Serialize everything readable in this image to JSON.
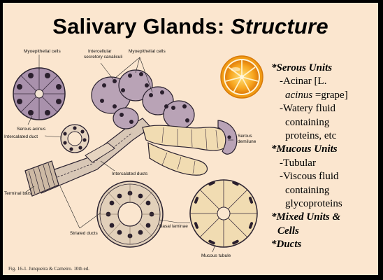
{
  "slide": {
    "title_plain": "Salivary Glands: ",
    "title_italic": "Structure",
    "caption": "Fig. 16-1. Junqueira & Carneiro. 10th ed.",
    "labels": {
      "myoepithelial_left": "Myoepithelial cells",
      "intercellular_line1": "Intercellular",
      "intercellular_line2": "secretory canaliculi",
      "myoepithelial_right": "Myoepithelial cells",
      "serous_acinus": "Serous acinus",
      "intercalated_duct": "Intercalated duct",
      "serous_line1": "Serous",
      "serous_line2": "demilune",
      "intercalated_ducts": "Intercalated ducts",
      "terminal_bars": "Terminal bars",
      "striated_ducts": "Striated ducts",
      "basal_laminae": "Basal laminae",
      "mucous_tubule": "Mucous tubule"
    },
    "notes": {
      "serous_heading": "*Serous Units",
      "acinar_prefix": "-Acinar [L.",
      "acinus_word": "acinus",
      "acinus_suffix": " =grape]",
      "watery_1": "-Watery fluid",
      "watery_2": "containing",
      "watery_3": "proteins, etc",
      "mucous_heading": "*Mucous Units",
      "tubular": "-Tubular",
      "viscous_1": "-Viscous fluid",
      "viscous_2": "containing",
      "viscous_3": "glycoproteins",
      "mixed_1": "*Mixed Units &",
      "mixed_2": "Cells",
      "ducts": "*Ducts"
    },
    "colors": {
      "background": "#fbe6cf",
      "serous_cell": "#b9a3b6",
      "mucous_cell": "#f1dcb2",
      "orange": "#f5a21c"
    }
  }
}
